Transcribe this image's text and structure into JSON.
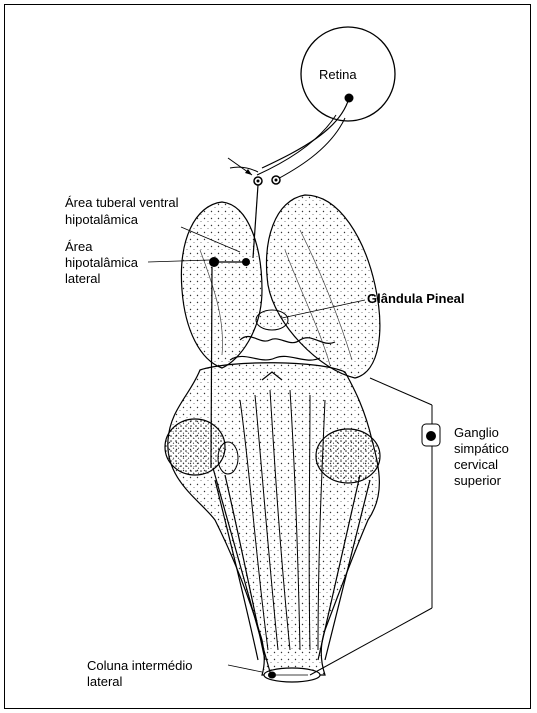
{
  "labels": {
    "retina": "Retina",
    "tuberal": [
      "Área tuberal ventral",
      "hipotalâmica"
    ],
    "lateral_hypo": [
      "Área",
      "hipotalâmica",
      "lateral"
    ],
    "pineal": "Glândula Pineal",
    "ganglio": [
      "Ganglio",
      "simpático",
      "cervical",
      "superior"
    ],
    "coluna": [
      "Coluna intermédio",
      "lateral"
    ]
  }
}
